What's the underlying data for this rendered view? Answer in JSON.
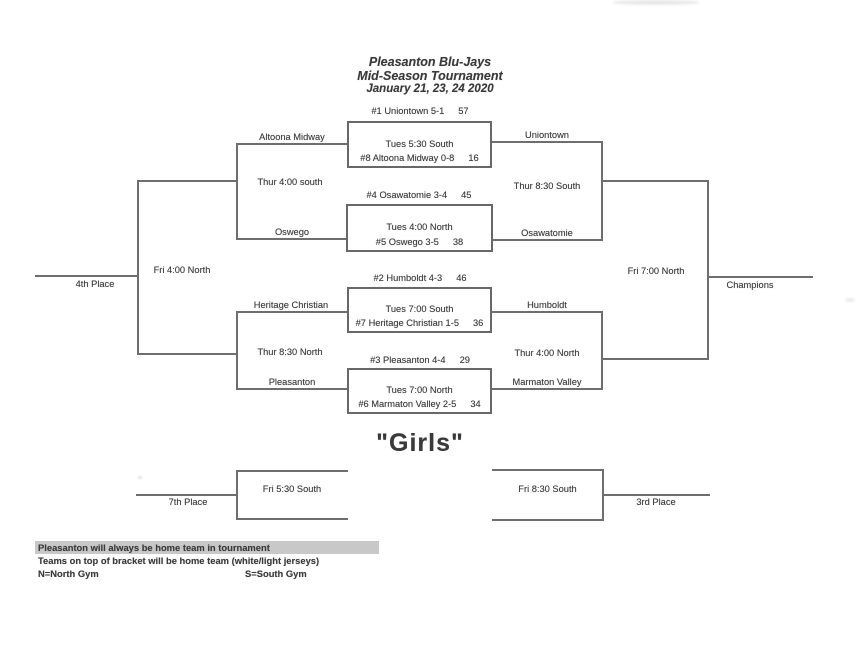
{
  "header": {
    "title_line1": "Pleasanton Blu-Jays",
    "title_line2": "Mid-Season Tournament",
    "title_line3": "January 21, 23, 24 2020"
  },
  "section_title": "\"Girls\"",
  "round1": [
    {
      "top_team": "#1 Uniontown 5-1",
      "top_score": "57",
      "time": "Tues 5:30 South",
      "bottom_team": "#8 Altoona Midway 0-8",
      "bottom_score": "16",
      "left_label": "Altoona Midway",
      "right_label": "Uniontown"
    },
    {
      "top_team": "#4 Osawatomie 3-4",
      "top_score": "45",
      "time": "Tues 4:00 North",
      "bottom_team": "#5 Oswego 3-5",
      "bottom_score": "38",
      "left_label": "Oswego",
      "right_label": "Osawatomie"
    },
    {
      "top_team": "#2 Humboldt 4-3",
      "top_score": "46",
      "time": "Tues 7:00 South",
      "bottom_team": "#7 Heritage Christian 1-5",
      "bottom_score": "36",
      "left_label": "Heritage Christian",
      "right_label": "Humboldt"
    },
    {
      "top_team": "#3 Pleasanton 4-4",
      "top_score": "29",
      "time": "Tues 7:00 North",
      "bottom_team": "#6 Marmaton Valley 2-5",
      "bottom_score": "34",
      "left_label": "Pleasanton",
      "right_label": "Marmaton Valley"
    }
  ],
  "consolation": {
    "semi_top": "Thur 4:00 south",
    "semi_bottom": "Thur 8:30 North",
    "final": "Fri 4:00 North",
    "result": "4th Place"
  },
  "championship": {
    "semi_top": "Thur 8:30 South",
    "semi_bottom": "Thur 4:00 North",
    "final": "Fri 7:00 North",
    "result": "Champions"
  },
  "seventh_place": {
    "game": "Fri 5:30 South",
    "result": "7th Place"
  },
  "third_place": {
    "game": "Fri 8:30 South",
    "result": "3rd Place"
  },
  "notes": {
    "line1": "Pleasanton will always be home team in tournament",
    "line2": "Teams on top of bracket will be home team (white/light jerseys)",
    "north": "N=North Gym",
    "south": "S=South Gym"
  },
  "colors": {
    "text": "#3a3a3a",
    "line": "#6e6e6e",
    "highlight": "#c8c8c8"
  }
}
